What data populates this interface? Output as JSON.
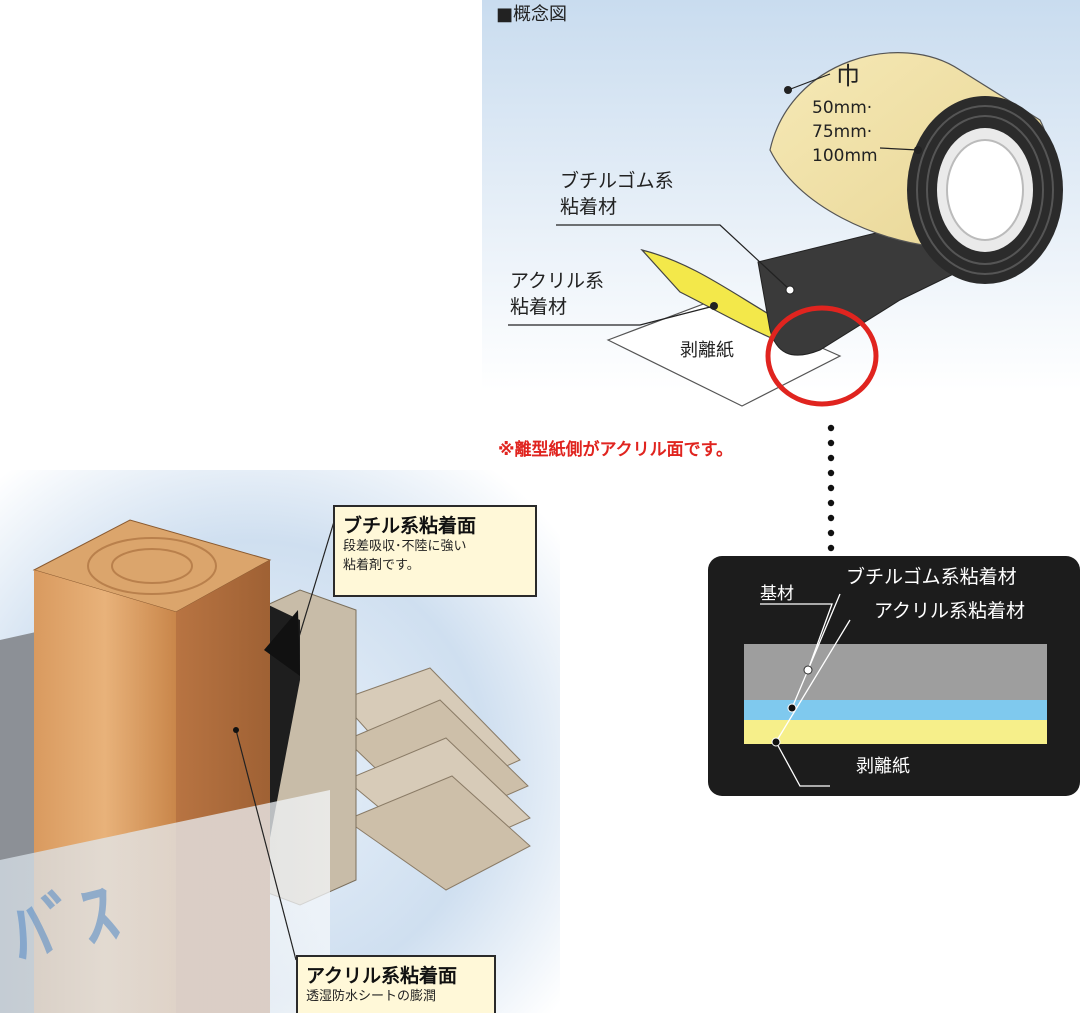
{
  "concept": {
    "heading": "■概念図",
    "width_label": "巾",
    "width_values": [
      "50mm·",
      "75mm·",
      "100mm"
    ],
    "butyl_label": [
      "ブチルゴム系",
      "粘着材"
    ],
    "acrylic_label": [
      "アクリル系",
      "粘着材"
    ],
    "release_label": "剥離紙",
    "note": "※離型紙側がアクリル面です。"
  },
  "cross_section": {
    "substrate": "基材",
    "butyl": "ブチルゴム系粘着材",
    "acrylic": "アクリル系粘着材",
    "release": "剥離紙"
  },
  "callout_butyl": {
    "title": "ブチル系粘着面",
    "body": [
      "段差吸収･不陸に強い",
      "粘着剤です。"
    ]
  },
  "callout_acrylic": {
    "title": "アクリル系粘着面",
    "body": "透湿防水シートの膨潤"
  },
  "colors": {
    "tape_face": "#f1e2a6",
    "butyl": "#2f2f2f",
    "acrylic_yellow": "#f3e84a",
    "release_paper": "#ffffff",
    "accent_red": "#e0241f",
    "layer_gray": "#9e9e9e",
    "layer_blue": "#7fc9ee",
    "layer_yellow": "#f6ef8a"
  }
}
